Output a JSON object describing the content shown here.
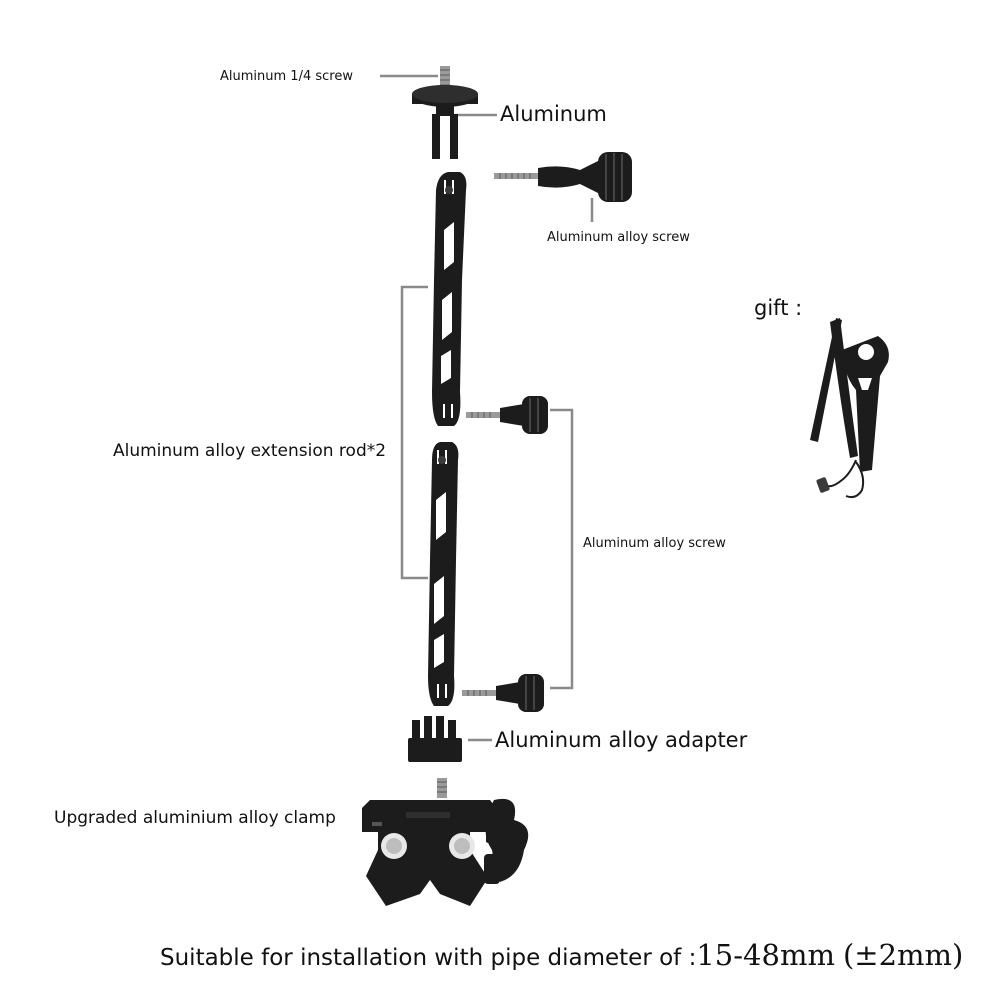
{
  "labels": {
    "top_screw": "Aluminum 1/4 screw",
    "top_mount": "Aluminum",
    "top_knob_screw": "Aluminum alloy screw",
    "extension_rod": "Aluminum alloy extension rod*2",
    "middle_screws": "Aluminum alloy screw",
    "adapter": "Aluminum alloy adapter",
    "clamp": "Upgraded aluminium alloy clamp",
    "gift": "gift :"
  },
  "footer": {
    "text": "Suitable for installation with pipe diameter of :",
    "range": "15-48mm",
    "tolerance": "(±2mm)"
  },
  "colors": {
    "part": "#1c1c1c",
    "leader": "#8a8a8a",
    "background": "#ffffff"
  }
}
